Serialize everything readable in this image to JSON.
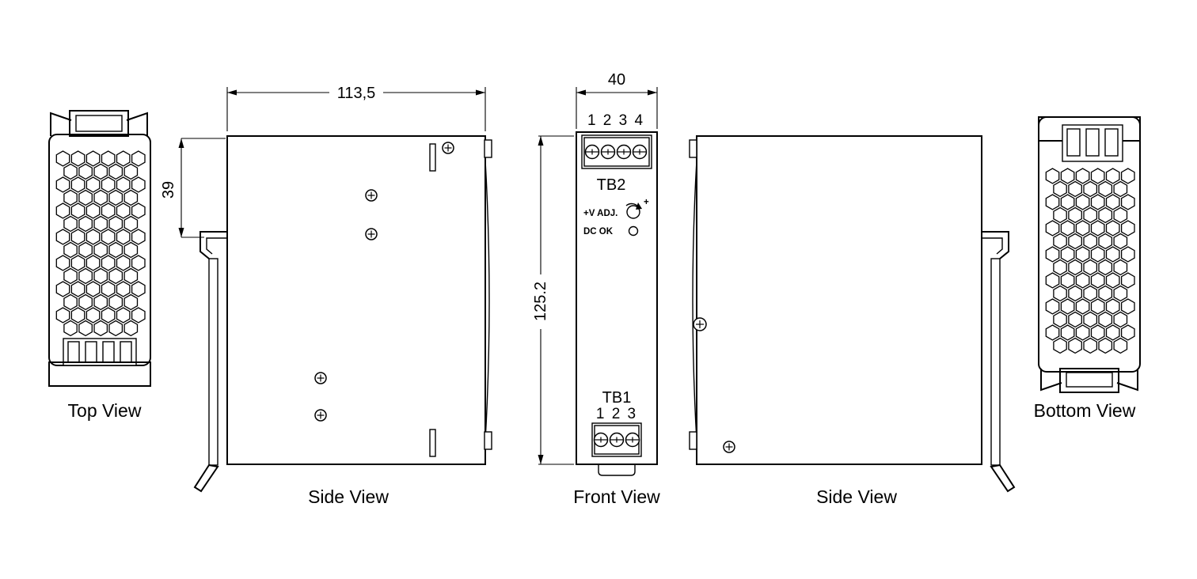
{
  "drawing": {
    "views": {
      "top": "Top View",
      "side_left": "Side View",
      "front": "Front View",
      "side_right": "Side View",
      "bottom": "Bottom View"
    },
    "dims": {
      "depth": "113,5",
      "clip_offset": "39",
      "width": "40",
      "height": "125.2"
    },
    "front": {
      "tb2": "TB2",
      "tb2_pins": "1 2 3 4",
      "vadj": "+V ADJ.",
      "vadj_plus": "+",
      "dcok": "DC OK",
      "tb1": "TB1",
      "tb1_pins": "1 2 3"
    },
    "colors": {
      "ink": "#000000",
      "paper": "#ffffff"
    }
  }
}
